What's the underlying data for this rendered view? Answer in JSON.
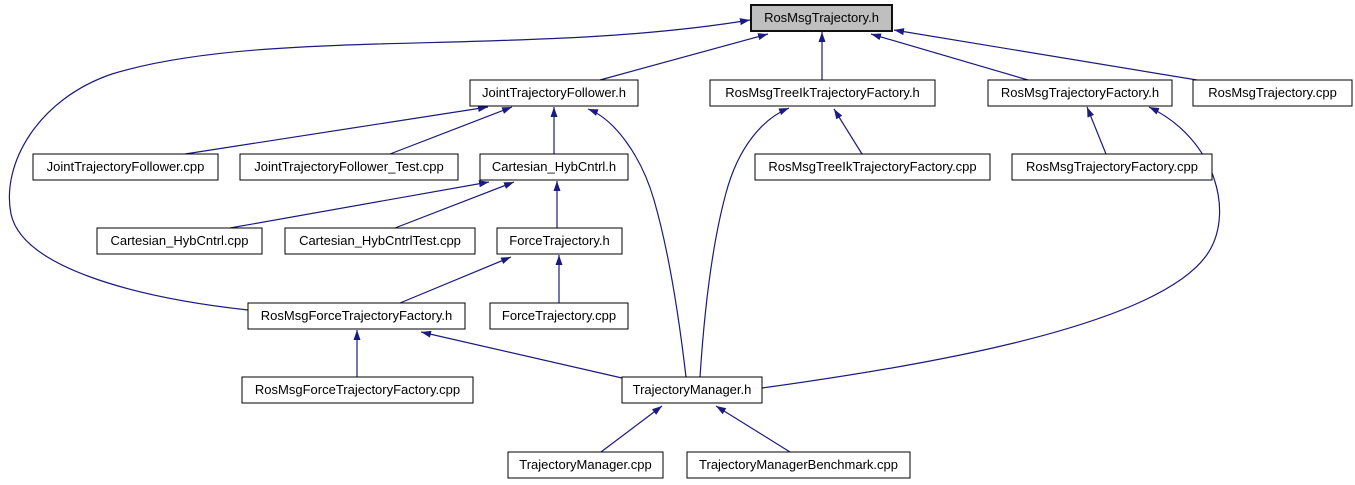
{
  "graph": {
    "kind": "include-dependency-graph",
    "root_label": "RosMsgTrajectory.h",
    "colors": {
      "edge": "#1a1a80",
      "node_fill": "#ffffff",
      "node_border": "#000000",
      "highlight_fill": "#bfbfbf",
      "background": "#ffffff"
    },
    "nodes": [
      {
        "label": "RosMsgTrajectory.h",
        "highlighted": true
      },
      {
        "label": "JointTrajectoryFollower.h",
        "highlighted": false
      },
      {
        "label": "RosMsgTreeIkTrajectoryFactory.h",
        "highlighted": false
      },
      {
        "label": "RosMsgTrajectoryFactory.h",
        "highlighted": false
      },
      {
        "label": "RosMsgTrajectory.cpp",
        "highlighted": false
      },
      {
        "label": "JointTrajectoryFollower.cpp",
        "highlighted": false
      },
      {
        "label": "JointTrajectoryFollower_Test.cpp",
        "highlighted": false
      },
      {
        "label": "Cartesian_HybCntrl.h",
        "highlighted": false
      },
      {
        "label": "RosMsgTreeIkTrajectoryFactory.cpp",
        "highlighted": false
      },
      {
        "label": "RosMsgTrajectoryFactory.cpp",
        "highlighted": false
      },
      {
        "label": "Cartesian_HybCntrl.cpp",
        "highlighted": false
      },
      {
        "label": "Cartesian_HybCntrlTest.cpp",
        "highlighted": false
      },
      {
        "label": "ForceTrajectory.h",
        "highlighted": false
      },
      {
        "label": "RosMsgForceTrajectoryFactory.h",
        "highlighted": false
      },
      {
        "label": "ForceTrajectory.cpp",
        "highlighted": false
      },
      {
        "label": "RosMsgForceTrajectoryFactory.cpp",
        "highlighted": false
      },
      {
        "label": "TrajectoryManager.h",
        "highlighted": false
      },
      {
        "label": "TrajectoryManager.cpp",
        "highlighted": false
      },
      {
        "label": "TrajectoryManagerBenchmark.cpp",
        "highlighted": false
      }
    ],
    "edges": [
      {
        "from": "JointTrajectoryFollower.h",
        "to": "RosMsgTrajectory.h"
      },
      {
        "from": "RosMsgTreeIkTrajectoryFactory.h",
        "to": "RosMsgTrajectory.h"
      },
      {
        "from": "RosMsgTrajectoryFactory.h",
        "to": "RosMsgTrajectory.h"
      },
      {
        "from": "RosMsgTrajectory.cpp",
        "to": "RosMsgTrajectory.h"
      },
      {
        "from": "RosMsgForceTrajectoryFactory.h",
        "to": "RosMsgTrajectory.h"
      },
      {
        "from": "JointTrajectoryFollower.cpp",
        "to": "JointTrajectoryFollower.h"
      },
      {
        "from": "JointTrajectoryFollower_Test.cpp",
        "to": "JointTrajectoryFollower.h"
      },
      {
        "from": "Cartesian_HybCntrl.h",
        "to": "JointTrajectoryFollower.h"
      },
      {
        "from": "TrajectoryManager.h",
        "to": "JointTrajectoryFollower.h"
      },
      {
        "from": "Cartesian_HybCntrl.cpp",
        "to": "Cartesian_HybCntrl.h"
      },
      {
        "from": "Cartesian_HybCntrlTest.cpp",
        "to": "Cartesian_HybCntrl.h"
      },
      {
        "from": "ForceTrajectory.h",
        "to": "Cartesian_HybCntrl.h"
      },
      {
        "from": "ForceTrajectory.cpp",
        "to": "ForceTrajectory.h"
      },
      {
        "from": "RosMsgForceTrajectoryFactory.h",
        "to": "ForceTrajectory.h"
      },
      {
        "from": "RosMsgForceTrajectoryFactory.cpp",
        "to": "RosMsgForceTrajectoryFactory.h"
      },
      {
        "from": "TrajectoryManager.h",
        "to": "RosMsgForceTrajectoryFactory.h"
      },
      {
        "from": "TrajectoryManager.h",
        "to": "RosMsgTreeIkTrajectoryFactory.h"
      },
      {
        "from": "RosMsgTreeIkTrajectoryFactory.cpp",
        "to": "RosMsgTreeIkTrajectoryFactory.h"
      },
      {
        "from": "RosMsgTrajectoryFactory.cpp",
        "to": "RosMsgTrajectoryFactory.h"
      },
      {
        "from": "TrajectoryManager.h",
        "to": "RosMsgTrajectoryFactory.h"
      },
      {
        "from": "TrajectoryManager.cpp",
        "to": "TrajectoryManager.h"
      },
      {
        "from": "TrajectoryManagerBenchmark.cpp",
        "to": "TrajectoryManager.h"
      }
    ]
  }
}
